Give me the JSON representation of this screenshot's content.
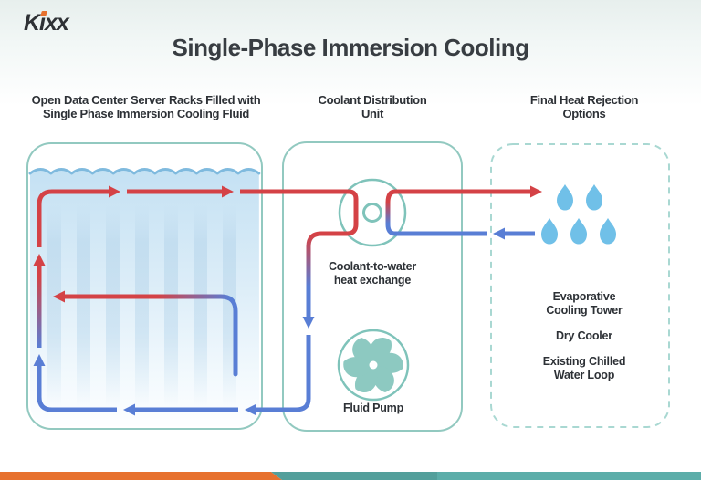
{
  "brand": {
    "logo_text": "Kixx",
    "accent_color": "#e7712e"
  },
  "title": "Single-Phase Immersion Cooling",
  "sections": {
    "tank": {
      "header_lines": [
        "Open Data Center Server Racks Filled with",
        "Single Phase Immersion Cooling Fluid"
      ]
    },
    "cdu": {
      "header_lines": [
        "Coolant Distribution",
        "Unit"
      ],
      "exchanger_label_lines": [
        "Coolant-to-water",
        "heat exchange"
      ],
      "pump_label": "Fluid Pump"
    },
    "rejection": {
      "header_lines": [
        "Final Heat Rejection",
        "Options"
      ],
      "options": [
        {
          "lines": [
            "Evaporative",
            "Cooling Tower"
          ]
        },
        {
          "lines": [
            "Dry Cooler"
          ]
        },
        {
          "lines": [
            "Existing Chilled",
            "Water Loop"
          ]
        }
      ]
    }
  },
  "icons": {
    "heat_exchanger": "donut-circle",
    "pump": "impeller-fan",
    "rejection": "water-droplets"
  },
  "colors": {
    "hot": "#d44246",
    "cold": "#597ed5",
    "outline": "#92c9c0",
    "icon_teal": "#7fc3ba",
    "impeller": "#8dc9c1",
    "droplet": "#70c0e8",
    "water_line": "#7fbade",
    "footer_orange": "#e7712e",
    "footer_teal_dark": "#539f9b",
    "footer_teal": "#5cada9"
  }
}
